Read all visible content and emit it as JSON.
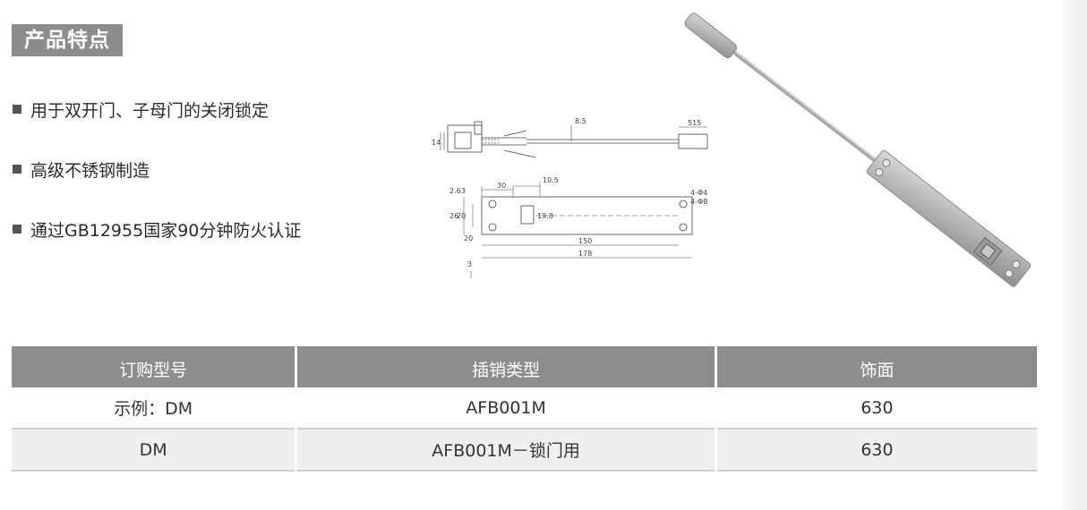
{
  "section_title": "产品特点",
  "features": [
    "用于双开门、子母门的关闭锁定",
    "高级不锈钢制造",
    "通过GB12955国家90分钟防火认证"
  ],
  "drawing": {
    "dims": [
      "2.63",
      "30",
      "10.5",
      "26",
      "20",
      "19.8",
      "20",
      "150",
      "178",
      "3",
      "4-Φ4",
      "4-Φ8",
      "515",
      "14",
      "8.5"
    ]
  },
  "table": {
    "headers": [
      "订购型号",
      "插销类型",
      "饰面"
    ],
    "rows": [
      [
        "示例：DM",
        "AFB001M",
        "630"
      ],
      [
        "DM",
        "AFB001M－锁门用",
        "630"
      ]
    ]
  }
}
